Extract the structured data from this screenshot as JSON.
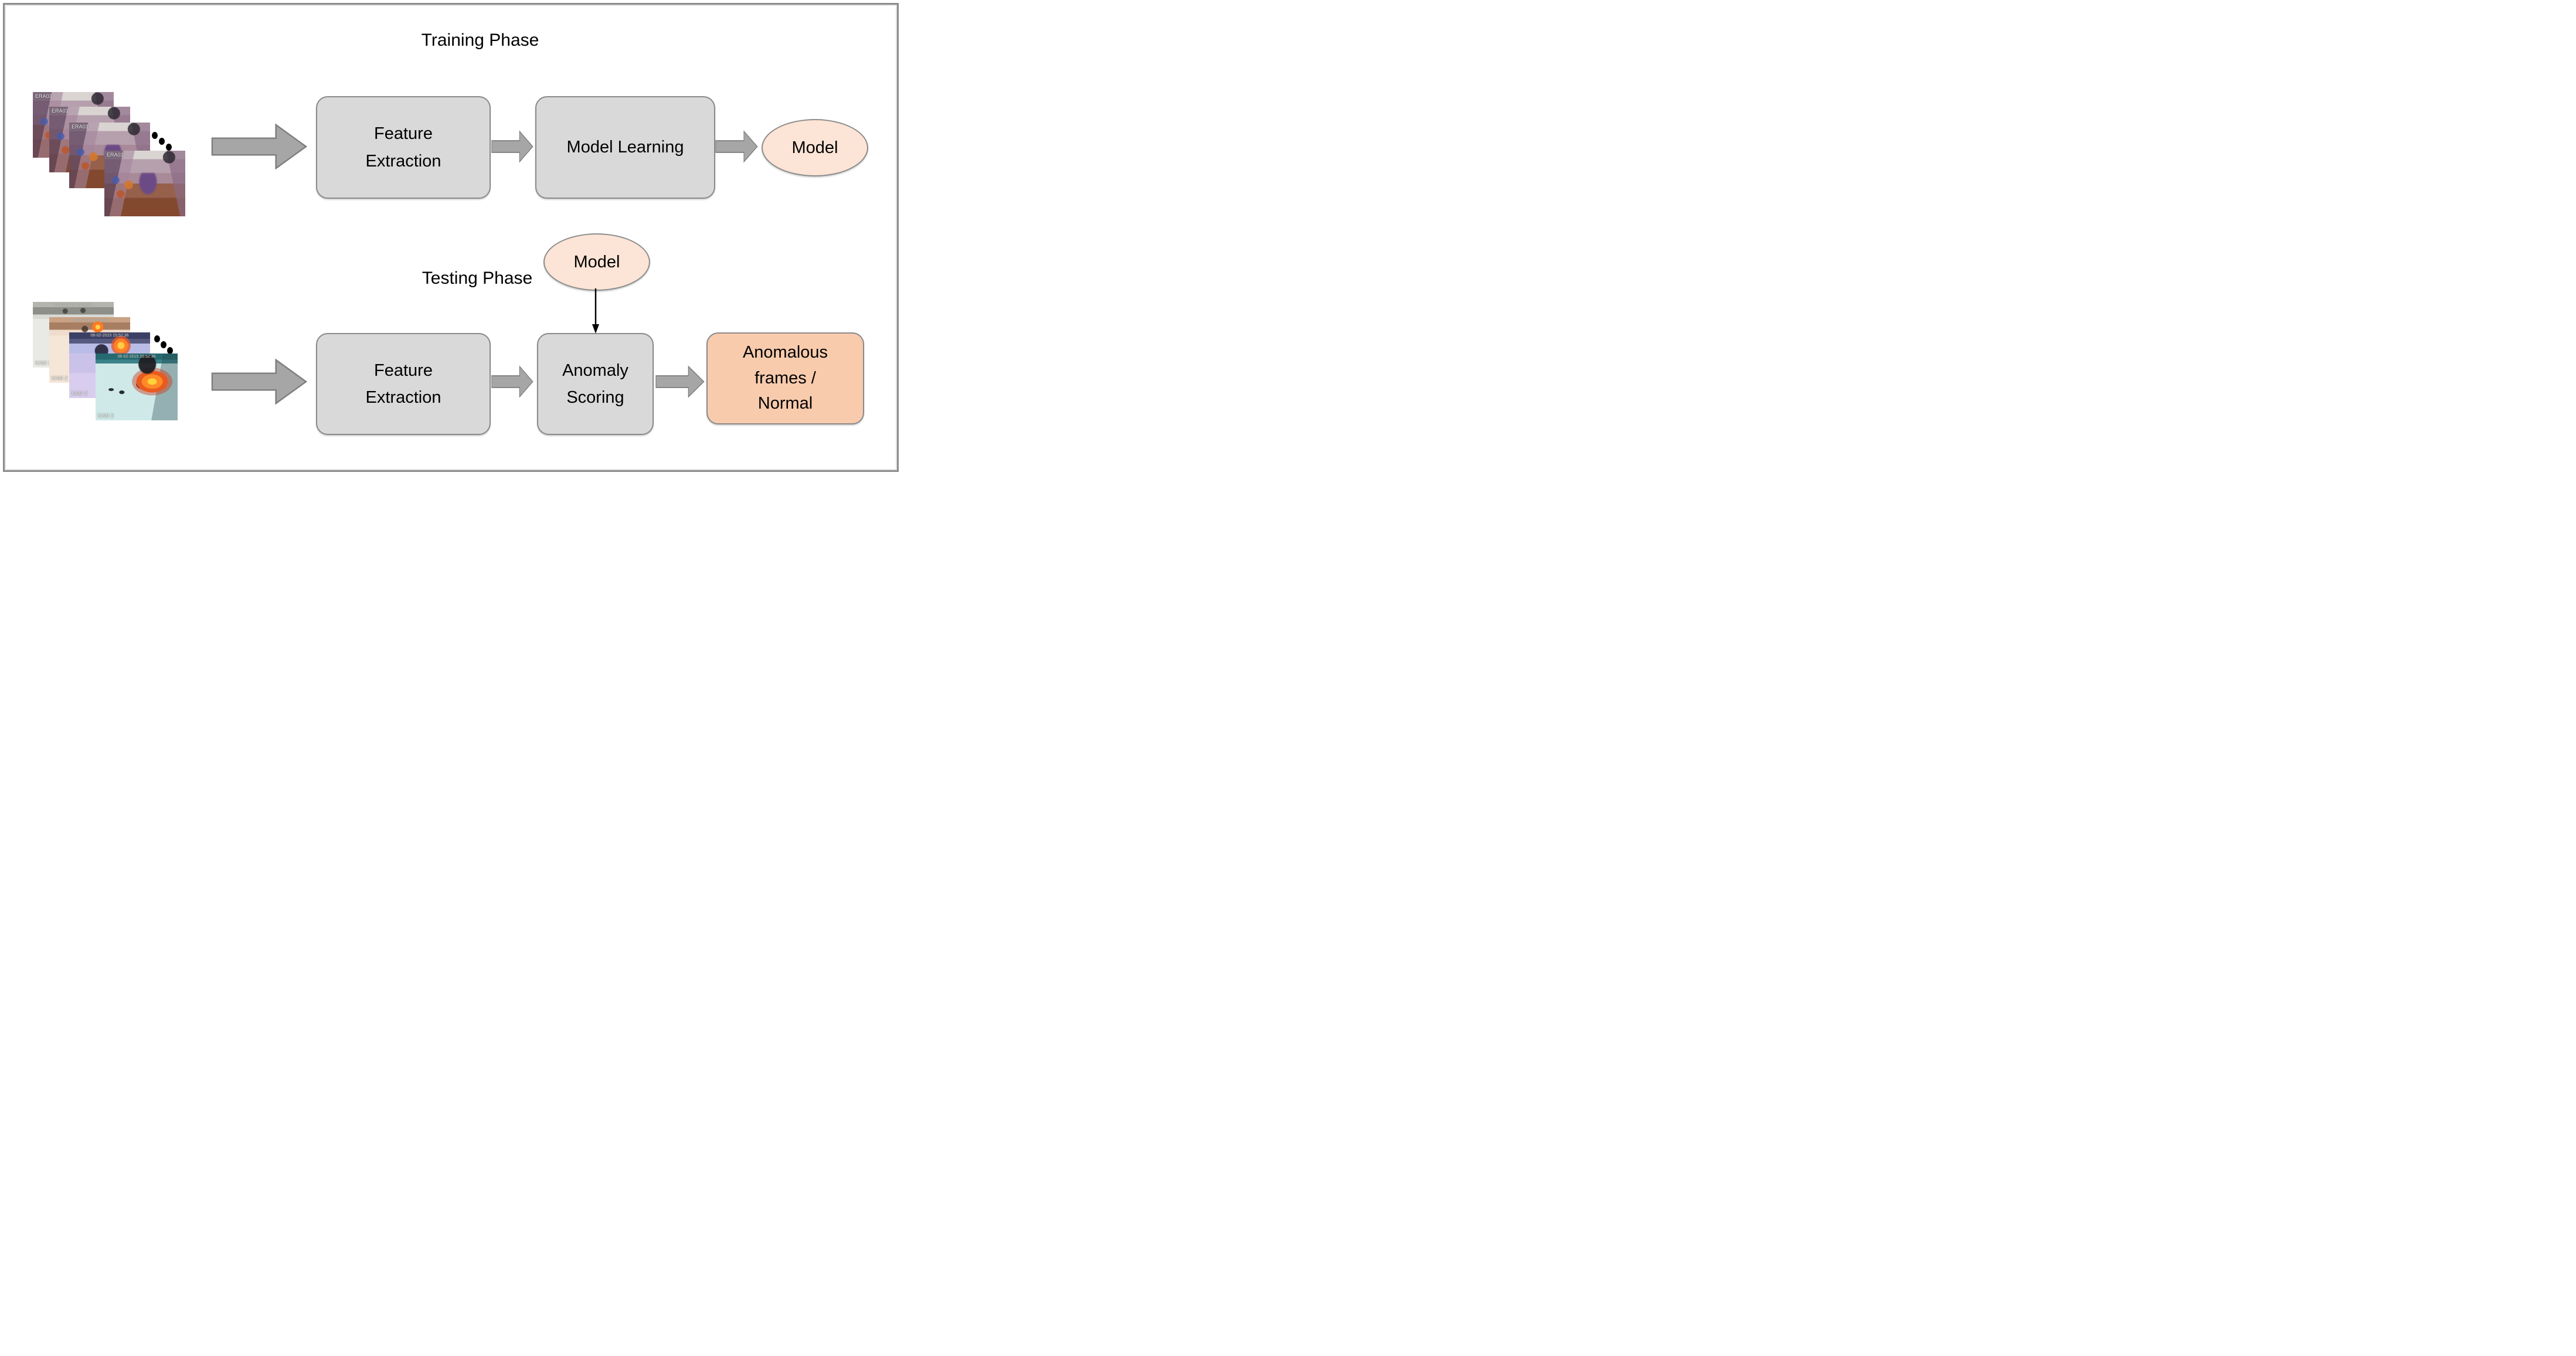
{
  "colors": {
    "canvas_border": "#8c8c8c",
    "box_fill": "#d9d9d9",
    "box_border": "#8a8a8a",
    "model_ellipse_fill": "#fce4d6",
    "output_box_fill": "#f8cbad",
    "arrow_fill": "#a6a6a6",
    "arrow_border": "#7d7d7d",
    "connector_color": "#000000",
    "text_color": "#000000",
    "dots_color": "#000000"
  },
  "training": {
    "title": "Training Phase",
    "frames": {
      "camera_label": "ERA03",
      "count": 4
    },
    "feature_extraction": {
      "line1": "Feature",
      "line2": "Extraction"
    },
    "model_learning": {
      "label": "Model Learning"
    },
    "model": {
      "label": "Model"
    }
  },
  "testing": {
    "title": "Testing Phase",
    "frames": {
      "camera_label": "KAM 2",
      "timestamp": "06-02-2015 15:52:36",
      "count": 4
    },
    "model": {
      "label": "Model"
    },
    "feature_extraction": {
      "line1": "Feature",
      "line2": "Extraction"
    },
    "anomaly_scoring": {
      "line1": "Anomaly",
      "line2": "Scoring"
    },
    "output": {
      "line1": "Anomalous",
      "line2": "frames /",
      "line3": "Normal"
    }
  }
}
